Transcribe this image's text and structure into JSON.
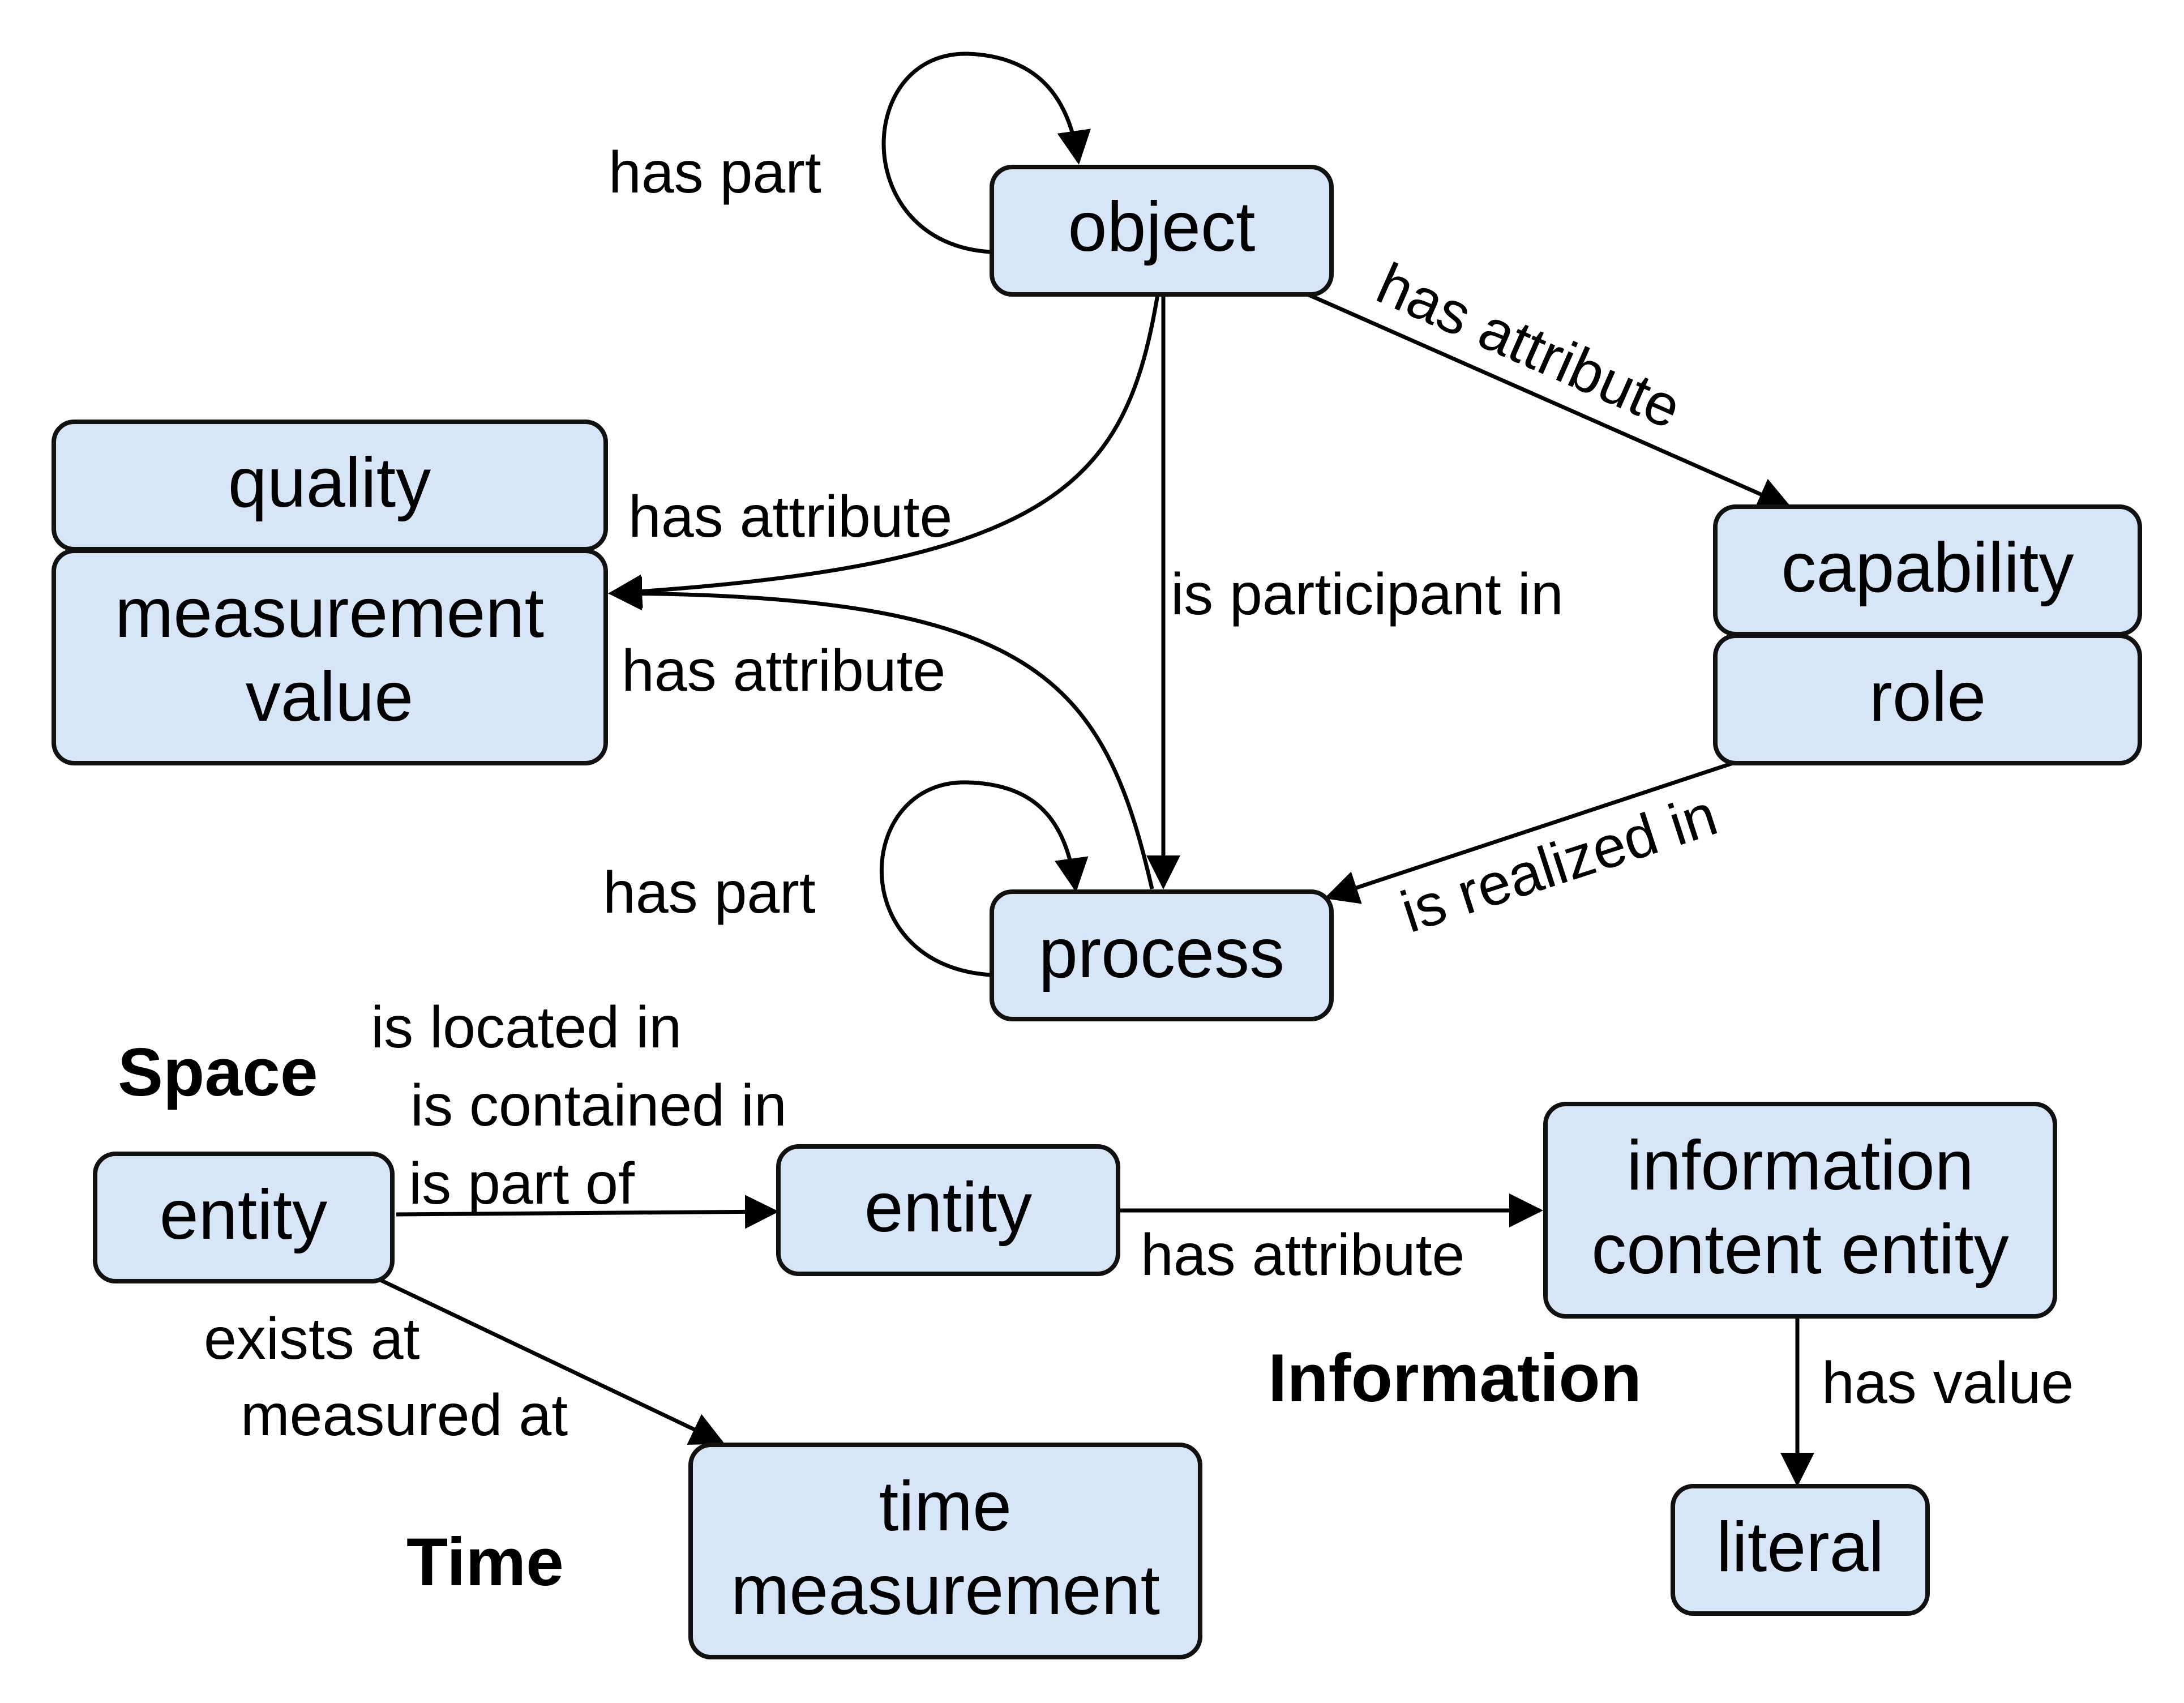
{
  "nodes": {
    "object": "object",
    "quality": "quality",
    "measurement_value": [
      "measurement",
      "value"
    ],
    "capability": "capability",
    "role": "role",
    "process": "process",
    "entity_left": "entity",
    "entity_right": "entity",
    "information_content_entity": [
      "information",
      "content entity"
    ],
    "time_measurement": [
      "time",
      "measurement"
    ],
    "literal": "literal"
  },
  "sections": {
    "space": "Space",
    "information": "Information",
    "time": "Time"
  },
  "edge_labels": {
    "object_has_part": "has part",
    "object_to_capability": "has attribute",
    "object_to_quality": "has attribute",
    "process_to_quality": "has attribute",
    "object_to_process": "is participant in",
    "role_to_process": "is realized in",
    "process_has_part": "has part",
    "spatial_1": "is located in",
    "spatial_2": "is contained in",
    "spatial_3": "is part of",
    "entity_to_ice": "has attribute",
    "temporal_1": "exists at",
    "temporal_2": "measured at",
    "ice_to_literal": "has value"
  }
}
